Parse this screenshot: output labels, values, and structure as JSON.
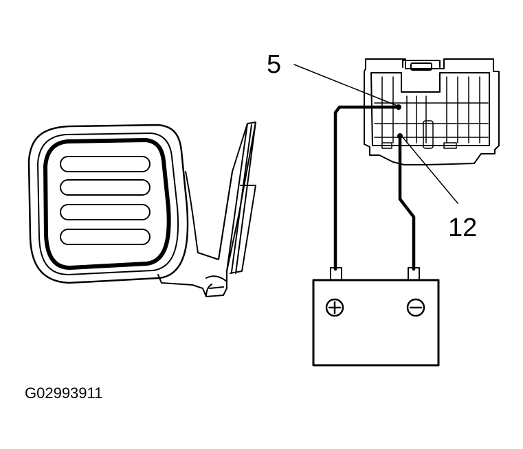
{
  "labels": {
    "pin_a": "5",
    "pin_b": "12",
    "figure_id": "G02993911"
  },
  "battery": {
    "positive_symbol": "+",
    "negative_symbol": "−"
  },
  "icons": {
    "mirror": "outside-rear-view-mirror-icon",
    "connector": "wire-connector-icon",
    "battery": "battery-icon"
  },
  "colors": {
    "line": "#000000",
    "background": "#ffffff"
  }
}
